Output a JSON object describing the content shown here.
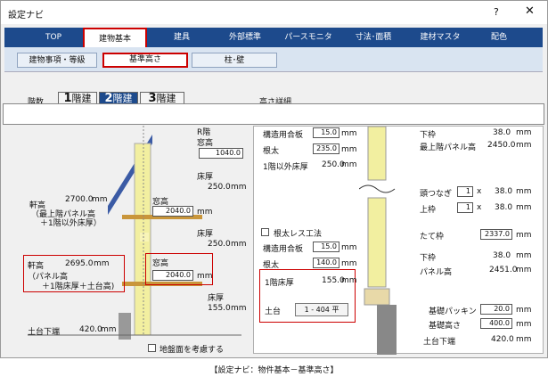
{
  "window": {
    "title": "設定ナビ",
    "help_label": "?",
    "close_label": "✕"
  },
  "nav_tabs": [
    "TOP",
    "建物基本",
    "建具",
    "外部標準",
    "パースモニタ",
    "寸法･面積",
    "建材マスタ",
    "配色"
  ],
  "sub_tabs": [
    "建物事項・等級",
    "基準高さ",
    "柱･壁"
  ],
  "floor": {
    "label": "階数",
    "buttons": [
      {
        "num": "1",
        "unit": "階建"
      },
      {
        "num": "2",
        "unit": "階建"
      },
      {
        "num": "3",
        "unit": "階建"
      }
    ],
    "selected": 1
  },
  "detail_title": "高さ詳細",
  "left": {
    "r_floor_label": "R階",
    "eave_label": "窓高",
    "roof_eave_value": "1040.0",
    "floor_thick_1": "床厚",
    "floor_thick_1_value": "250.0",
    "nokidake_1_title": "軒高",
    "nokidake_1_value": "2700.0",
    "nokidake_1_line2": "（最上階パネル高",
    "nokidake_1_line3": "＋1階以外床厚）",
    "window_2_label": "窓高",
    "window_2_value": "2040.0",
    "floor_thick_2": "床厚",
    "floor_thick_2_value": "250.0",
    "nokidake_2_title": "軒高",
    "nokidake_2_value": "2695.0",
    "nokidake_2_line2": "（パネル高",
    "nokidake_2_line3": "＋1階床厚＋土台高)",
    "window_3_label": "窓高",
    "window_3_value": "2040.0",
    "floor_thick_3": "床厚",
    "floor_thick_3_value": "155.0",
    "dodai_label": "土台下端",
    "dodai_value": "420.0",
    "ground_checkbox_label": "地盤面を考慮する",
    "unit": "mm"
  },
  "right": {
    "kozo_label": "構造用合板",
    "kozo_value": "15.0",
    "neda_label": "根太",
    "neda_value": "235.0",
    "yuka_label": "1階以外床厚",
    "yuka_value": "250.0",
    "shitawaku_label": "下枠",
    "shitawaku_value": "38.0",
    "top_panel_label": "最上階パネル高",
    "top_panel_value": "2450.0",
    "zuritsunagi_label": "頭つなぎ",
    "zuritsunagi_count": "1",
    "zuritsunagi_value": "38.0",
    "uwawaku_label": "上枠",
    "uwawaku_count": "1",
    "uwawaku_value": "38.0",
    "tatewaku_label": "たて枠",
    "tatewaku_value": "2337.0",
    "shitawaku2_label": "下枠",
    "shitawaku2_value": "38.0",
    "panel_label": "パネル高",
    "panel_value": "2451.0",
    "nedaless_label": "根太レス工法",
    "kozo2_label": "構造用合板",
    "kozo2_value": "15.0",
    "neda2_label": "根太",
    "neda2_value": "140.0",
    "floor1_label": "1階床厚",
    "floor1_value": "155.0",
    "dodai_label": "土台",
    "dodai_button": "1 - 404 平",
    "packing_label": "基礎パッキン",
    "packing_value": "20.0",
    "kiso_label": "基礎高さ",
    "kiso_value": "400.0",
    "dodaishita_label": "土台下端",
    "dodaishita_value": "420.0",
    "times": "x",
    "unit": "mm"
  },
  "caption": "【設定ナビ：物件基本－基準高さ】",
  "colors": {
    "nav": "#1d4a8c",
    "highlight": "#c00000",
    "wall": "#f2efa0",
    "roof": "#3b5ba5"
  }
}
